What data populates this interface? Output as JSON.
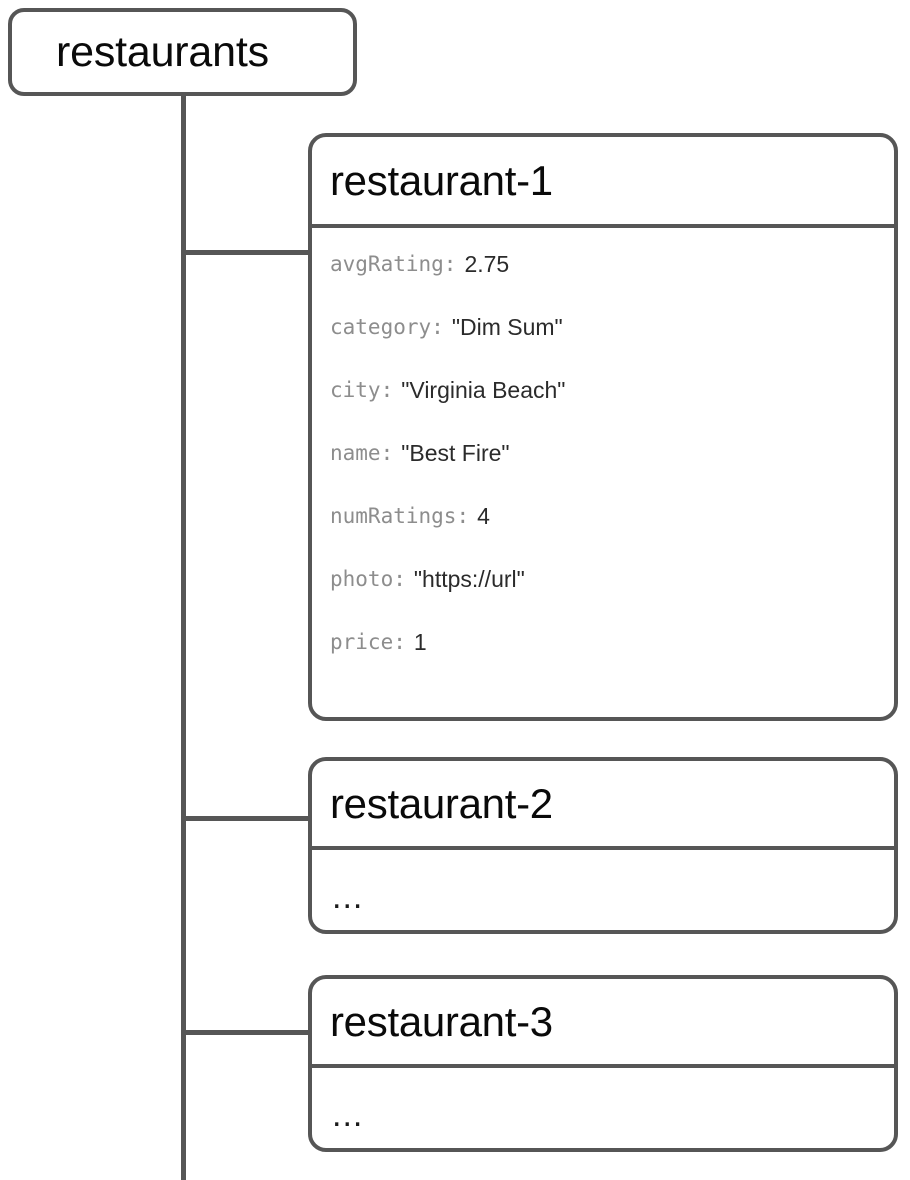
{
  "diagram": {
    "type": "firestore-collection-tree",
    "root": {
      "label": "restaurants",
      "kind": "collection"
    },
    "documents": [
      {
        "id": "restaurant-1",
        "has_fields": true,
        "fields": [
          {
            "key": "avgRating",
            "separator": ":",
            "value": "2.75"
          },
          {
            "key": "category",
            "separator": ":",
            "value": "\"Dim Sum\""
          },
          {
            "key": "city",
            "separator": ":",
            "value": "\"Virginia Beach\""
          },
          {
            "key": "name",
            "separator": ":",
            "value": "\"Best Fire\""
          },
          {
            "key": "numRatings",
            "separator": ":",
            "value": "4"
          },
          {
            "key": "photo",
            "separator": ":",
            "value": "\"https://url\""
          },
          {
            "key": "price",
            "separator": ":",
            "value": "1"
          }
        ],
        "ellipsis": ""
      },
      {
        "id": "restaurant-2",
        "has_fields": false,
        "fields": [],
        "ellipsis": "..."
      },
      {
        "id": "restaurant-3",
        "has_fields": false,
        "fields": [],
        "ellipsis": "..."
      }
    ]
  },
  "colors": {
    "border": "#565656",
    "connector": "#565656",
    "key_text": "#8d8d8d",
    "value_text": "#2b2b2b",
    "title_text": "#0a0a0a",
    "background": "#ffffff"
  }
}
